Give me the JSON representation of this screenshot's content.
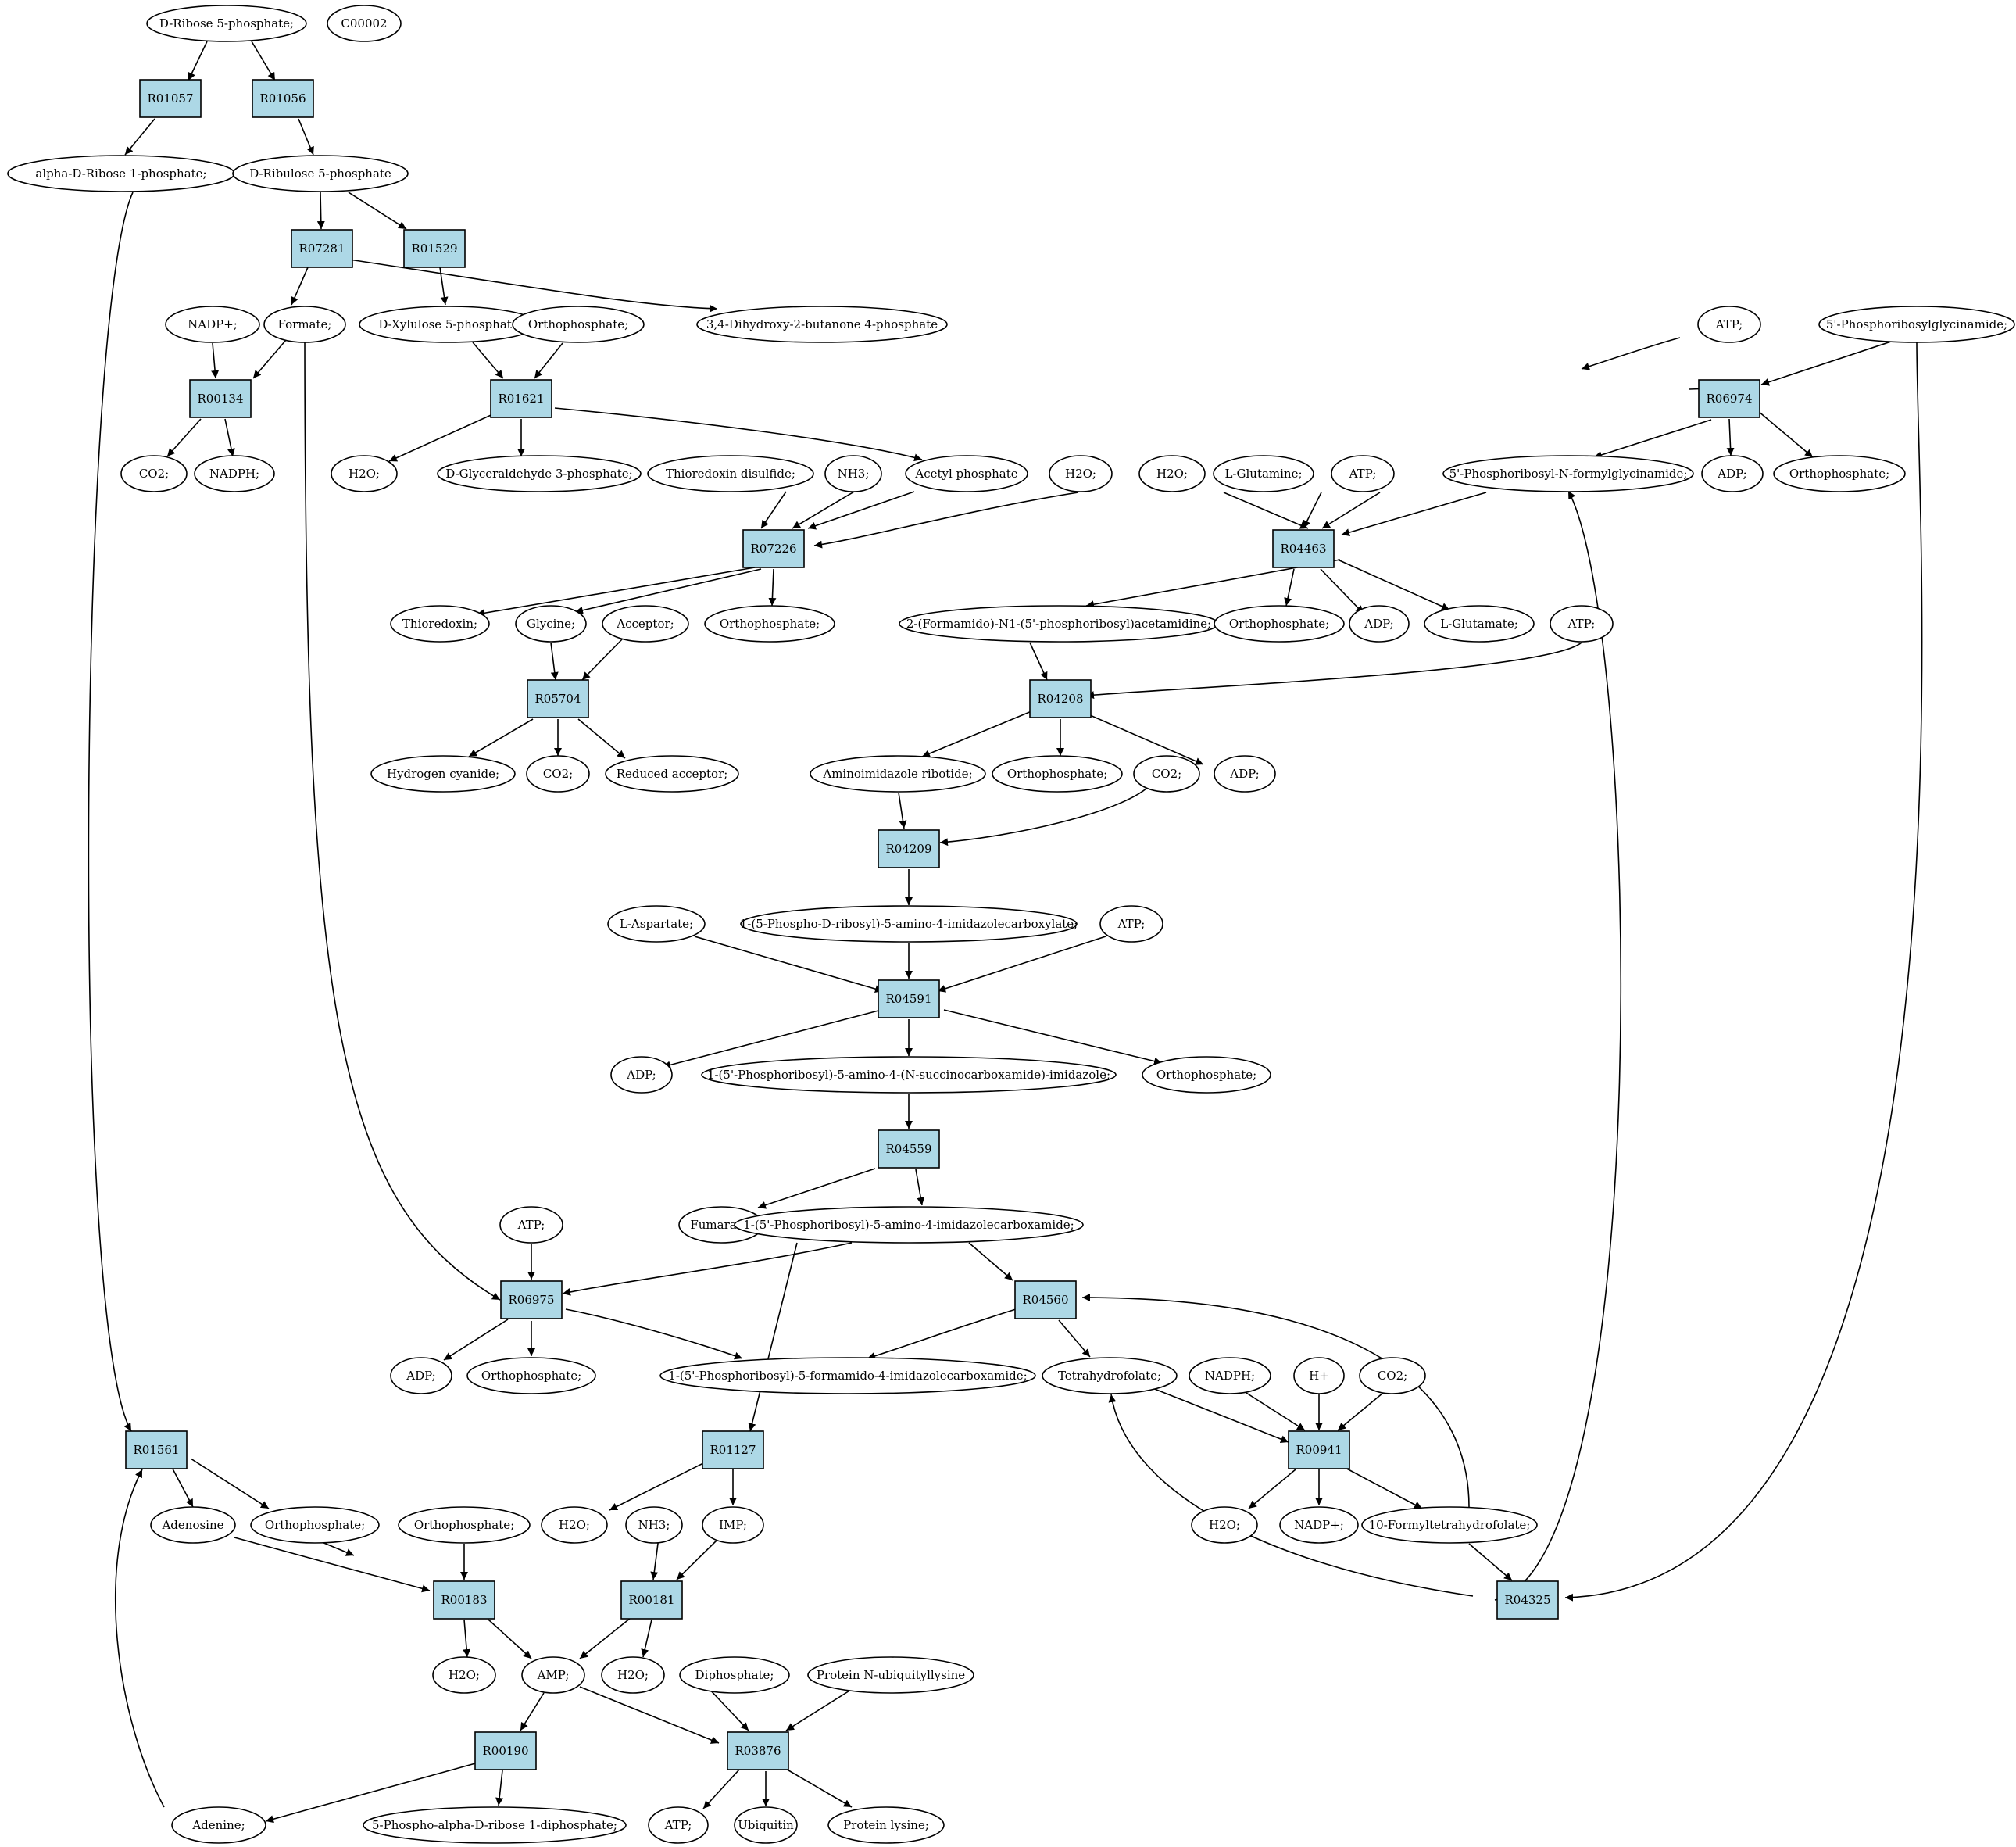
{
  "colors": {
    "reaction_fill": "#add8e6",
    "start_compound_fill": "#00ee00",
    "highlight_compound_fill": "#ffff00",
    "compound_fill": "#ffffff",
    "stroke": "#000000"
  },
  "reactions": [
    "R01057",
    "R01056",
    "R07281",
    "R01529",
    "R00134",
    "R01621",
    "R06974",
    "R07226",
    "R04463",
    "R05704",
    "R04208",
    "R04209",
    "R04591",
    "R04559",
    "R06975",
    "R04560",
    "R01561",
    "R01127",
    "R00941",
    "R00183",
    "R00181",
    "R04325",
    "R00190",
    "R03876"
  ],
  "compounds": [
    "D-Ribose 5-phosphate;",
    "C00002",
    "alpha-D-Ribose 1-phosphate;",
    "D-Ribulose 5-phosphate",
    "NADP+;",
    "Formate;",
    "D-Xylulose 5-phosphate",
    "Orthophosphate;",
    "3,4-Dihydroxy-2-butanone 4-phosphate",
    "ATP;",
    "5'-Phosphoribosylglycinamide;",
    "CO2;",
    "NADPH;",
    "H2O;",
    "D-Glyceraldehyde 3-phosphate;",
    "Thioredoxin disulfide;",
    "NH3;",
    "Acetyl phosphate",
    "L-Glutamine;",
    "5'-Phosphoribosyl-N-formylglycinamide;",
    "ADP;",
    "Thioredoxin;",
    "Glycine;",
    "Acceptor;",
    "2-(Formamido)-N1-(5'-phosphoribosyl)acetamidine;",
    "L-Glutamate;",
    "Hydrogen cyanide;",
    "Reduced acceptor;",
    "Aminoimidazole ribotide;",
    "L-Aspartate;",
    "1-(5-Phospho-D-ribosyl)-5-amino-4-imidazolecarboxylate;",
    "1-(5'-Phosphoribosyl)-5-amino-4-(N-succinocarboxamide)-imidazole;",
    "Fumarate;",
    "1-(5'-Phosphoribosyl)-5-amino-4-imidazolecarboxamide;",
    "1-(5'-Phosphoribosyl)-5-formamido-4-imidazolecarboxamide;",
    "Tetrahydrofolate;",
    "H+",
    "Adenosine",
    "IMP;",
    "NADP+;",
    "10-Formyltetrahydrofolate;",
    "AMP;",
    "Diphosphate;",
    "Protein N-ubiquityllysine",
    "Adenine;",
    "5-Phospho-alpha-D-ribose 1-diphosphate;",
    "Ubiquitin",
    "Protein lysine;"
  ]
}
